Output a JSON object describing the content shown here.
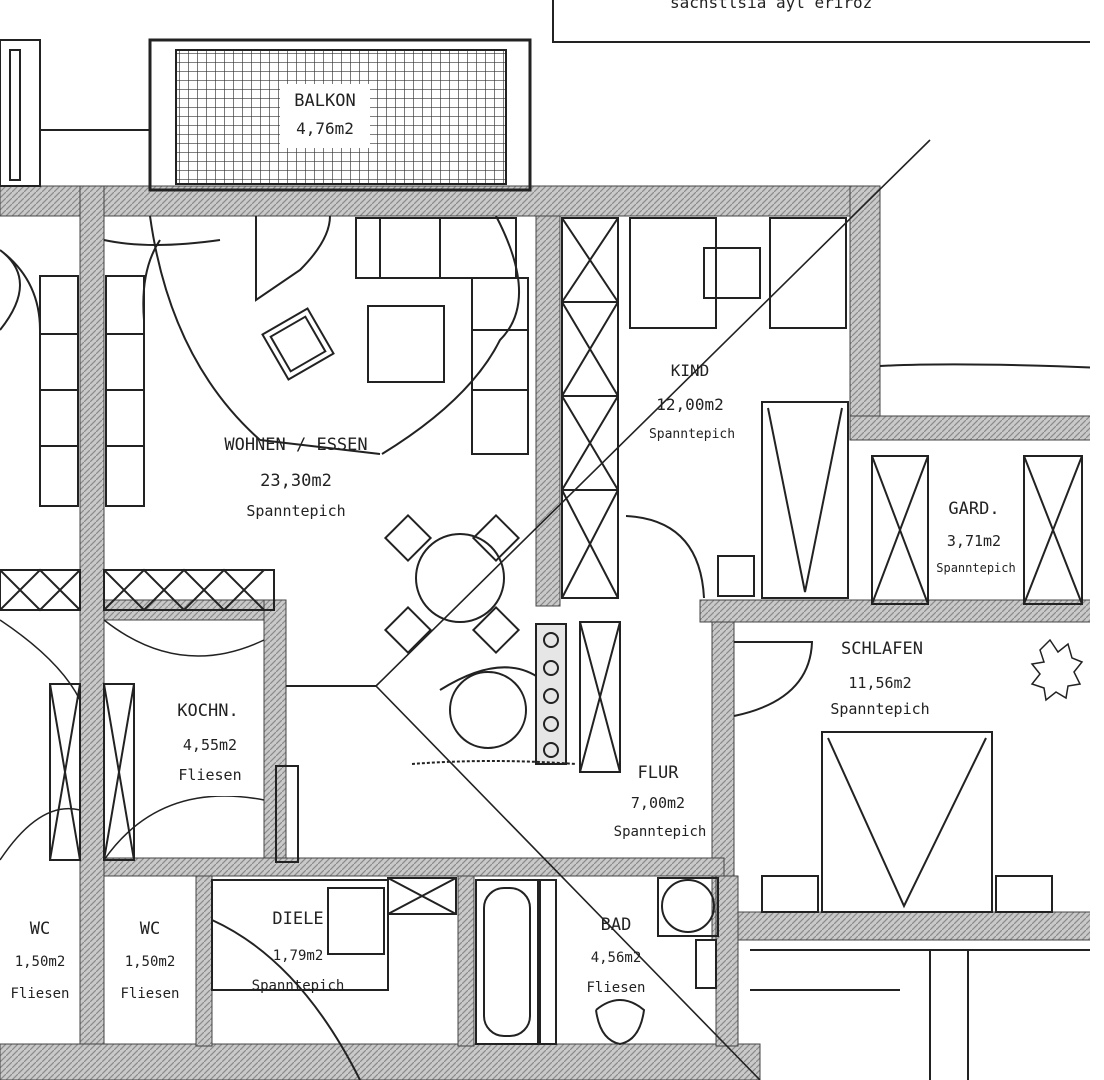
{
  "header_fragment": "sachstlsia  ayl  eriroz",
  "rooms": {
    "balkon": {
      "name": "BALKON",
      "area": "4,76m2"
    },
    "wohnen": {
      "name": "WOHNEN / ESSEN",
      "area": "23,30m2",
      "floor": "Spanntepich"
    },
    "kind": {
      "name": "KIND",
      "area": "12,00m2",
      "floor": "Spanntepich"
    },
    "gard": {
      "name": "GARD.",
      "area": "3,71m2",
      "floor": "Spanntepich"
    },
    "schlafen": {
      "name": "SCHLAFEN",
      "area": "11,56m2",
      "floor": "Spanntepich"
    },
    "kochn": {
      "name": "KOCHN.",
      "area": "4,55m2",
      "floor": "Fliesen"
    },
    "flur": {
      "name": "FLUR",
      "area": "7,00m2",
      "floor": "Spanntepich"
    },
    "diele": {
      "name": "DIELE",
      "area": "1,79m2",
      "floor": "Spanntepich"
    },
    "bad": {
      "name": "BAD",
      "area": "4,56m2",
      "floor": "Fliesen"
    },
    "wc1": {
      "name": "WC",
      "area": "1,50m2",
      "floor": "Fliesen"
    },
    "wc2": {
      "name": "WC",
      "area": "1,50m2",
      "floor": "Fliesen"
    }
  }
}
